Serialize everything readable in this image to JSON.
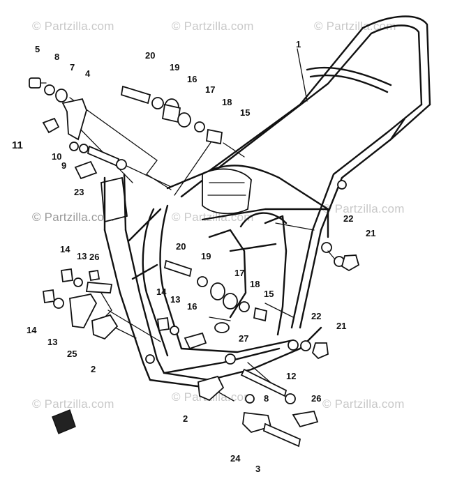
{
  "watermarks": [
    "© Partzilla.com",
    "© Partzilla.com",
    "© Partzilla.com",
    "© Partzilla.com",
    "© Partzilla.com",
    "© Partzilla.com",
    "© Partzilla.com",
    "© Partzilla.com",
    "© Partzilla.com"
  ],
  "callouts": {
    "c1": "1",
    "c5": "5",
    "c8a": "8",
    "c7": "7",
    "c4": "4",
    "c11": "11",
    "c10": "10",
    "c9": "9",
    "c23": "23",
    "c20a": "20",
    "c19a": "19",
    "c16a": "16",
    "c17a": "17",
    "c18a": "18",
    "c15a": "15",
    "c22a": "22",
    "c21a": "21",
    "c14a": "14",
    "c13a": "13",
    "c26a": "26",
    "c20b": "20",
    "c19b": "19",
    "c17b": "17",
    "c18b": "18",
    "c16b": "16",
    "c15b": "15",
    "c14b": "14",
    "c13b": "13",
    "c14c": "14",
    "c13c": "13",
    "c25": "25",
    "c2a": "2",
    "c22b": "22",
    "c21b": "21",
    "c27": "27",
    "c8b": "8",
    "c12": "12",
    "c2b": "2",
    "c26b": "26",
    "c24": "24",
    "c3": "3"
  },
  "icons": {
    "copyright": "copyright-icon"
  }
}
